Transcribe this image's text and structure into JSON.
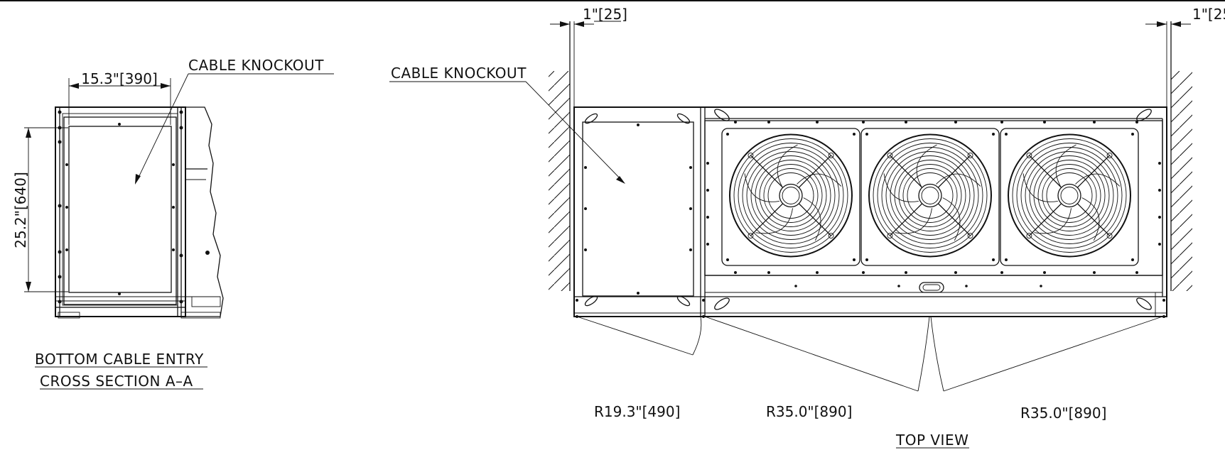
{
  "cross_section": {
    "knockout_label": "CABLE KNOCKOUT",
    "width_dim": "15.3\"[390]",
    "height_dim": "25.2\"[640]",
    "title_line1": "BOTTOM CABLE ENTRY",
    "title_line2": "CROSS SECTION A–A"
  },
  "top_view": {
    "knockout_label": "CABLE KNOCKOUT",
    "clearance_left": "1\"[25]",
    "clearance_right": "1\"[25",
    "radius_small": "R19.3\"[490]",
    "radius_mid": "R35.0\"[890]",
    "radius_right": "R35.0\"[890]",
    "title": "TOP VIEW",
    "fan_count": 3
  }
}
